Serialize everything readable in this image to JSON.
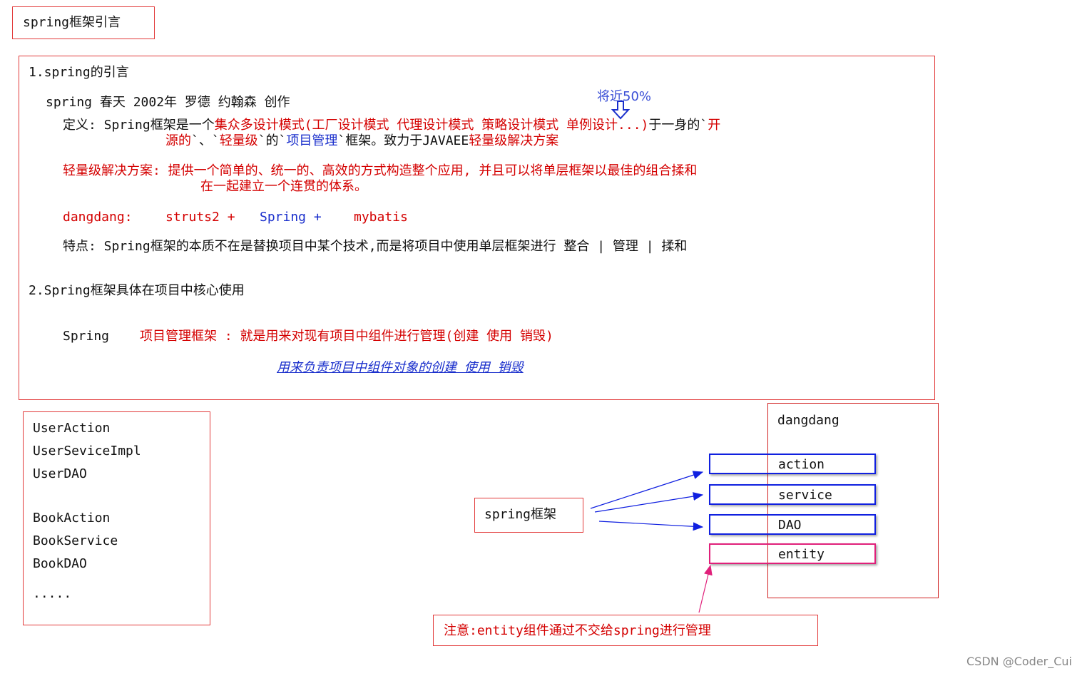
{
  "title": "spring框架引言",
  "section1": {
    "heading": "1.spring的引言",
    "origin": "spring 春天  2002年 罗德 约翰森 创作",
    "annotation": "将近50%",
    "def_prefix": "定义: Spring框架是一个",
    "def_red": "集众多设计模式(工厂设计模式 代理设计模式 策略设计模式 单例设计...)",
    "def_mid": "于一身的`",
    "def_open1": "开",
    "def_open2": "源的",
    "def_sep1": "`、`",
    "def_light": "轻量级",
    "def_sep2": "`的`",
    "def_pm": "项目管理",
    "def_sep3": "`框架。致力于JAVAEE",
    "def_tail": "轻量级解决方案",
    "light_line1": "轻量级解决方案: 提供一个简单的、统一的、高效的方式构造整个应用, 并且可以将单层框架以最佳的组合揉和",
    "light_line2": "在一起建立一个连贯的体系。",
    "dd_label": "dangdang:",
    "dd_struts": "struts2  +",
    "dd_spring": "Spring +",
    "dd_mybatis": "mybatis",
    "feature": "特点: Spring框架的本质不在是替换项目中某个技术,而是将项目中使用单层框架进行 整合 | 管理 | 揉和"
  },
  "section2": {
    "heading": "2.Spring框架具体在项目中核心使用",
    "spring_word": "Spring",
    "pm_red": "项目管理框架 :  就是用来对现有项目中组件进行管理(创建 使用 销毁)",
    "link": "用来负责项目中组件对象的创建 使用 销毁"
  },
  "list": [
    "UserAction",
    "UserSeviceImpl",
    "UserDAO",
    "",
    "BookAction",
    "BookService",
    "BookDAO",
    "....."
  ],
  "spring_box": "spring框架",
  "dangdang": {
    "title": "dangdang",
    "components": [
      "action",
      "service",
      "DAO",
      "entity"
    ]
  },
  "note": "注意:entity组件通过不交给spring进行管理",
  "watermark": "CSDN @Coder_Cui",
  "colors": {
    "box_border": "#e23a3a",
    "text_red": "#d40000",
    "blue": "#1a2fcc",
    "pink": "#e0207a"
  }
}
